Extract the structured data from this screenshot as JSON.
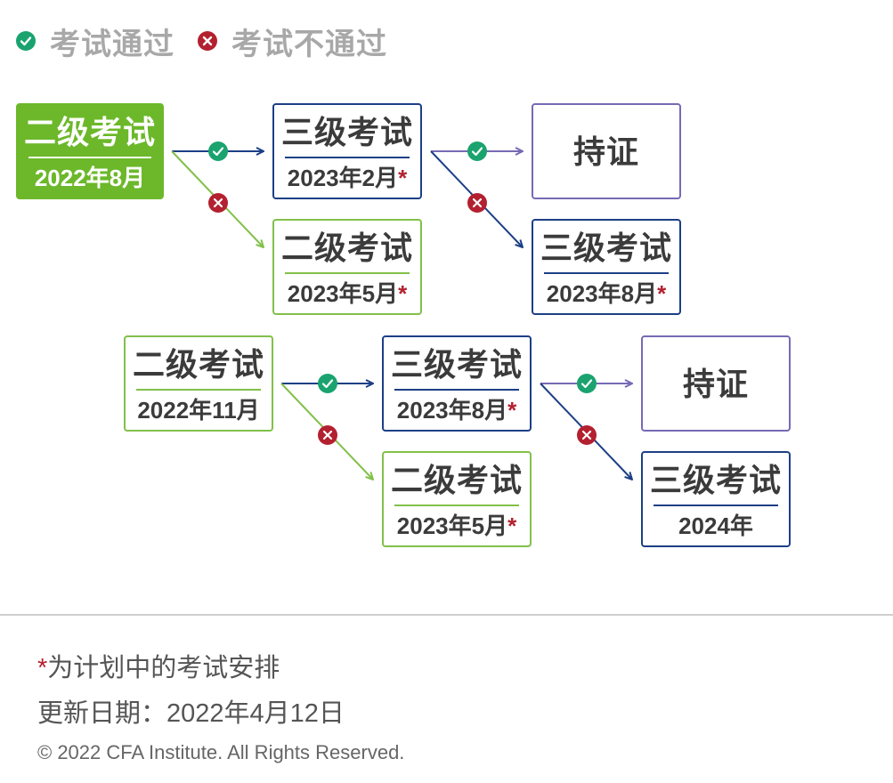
{
  "legend": {
    "pass_label": "考试通过",
    "fail_label": "考试不通过"
  },
  "colors": {
    "green": "#82c04a",
    "green_fill": "#6cb82a",
    "blue": "#1c3f86",
    "purple": "#7769b5",
    "pass_dot": "#1aa36f",
    "fail_dot": "#b3202f",
    "star": "#b3202f"
  },
  "icons": {
    "pass": "check-circle-icon",
    "fail": "x-circle-icon"
  },
  "flow1": {
    "start": {
      "title": "二级考试",
      "date": "2022年8月"
    },
    "pass_next": {
      "title": "三级考试",
      "date": "2023年2月",
      "mark": "*"
    },
    "fail_next": {
      "title": "二级考试",
      "date": "2023年5月",
      "mark": "*"
    },
    "cert": {
      "label": "持证"
    },
    "retry": {
      "title": "三级考试",
      "date": "2023年8月",
      "mark": "*"
    }
  },
  "flow2": {
    "start": {
      "title": "二级考试",
      "date": "2022年11月"
    },
    "pass_next": {
      "title": "三级考试",
      "date": "2023年8月",
      "mark": "*"
    },
    "fail_next": {
      "title": "二级考试",
      "date": "2023年5月",
      "mark": "*"
    },
    "cert": {
      "label": "持证"
    },
    "retry": {
      "title": "三级考试",
      "date": "2024年"
    }
  },
  "footer": {
    "note_mark": "*",
    "note": "为计划中的考试安排",
    "updated": "更新日期：2022年4月12日",
    "copyright": "© 2022 CFA Institute. All Rights Reserved."
  }
}
